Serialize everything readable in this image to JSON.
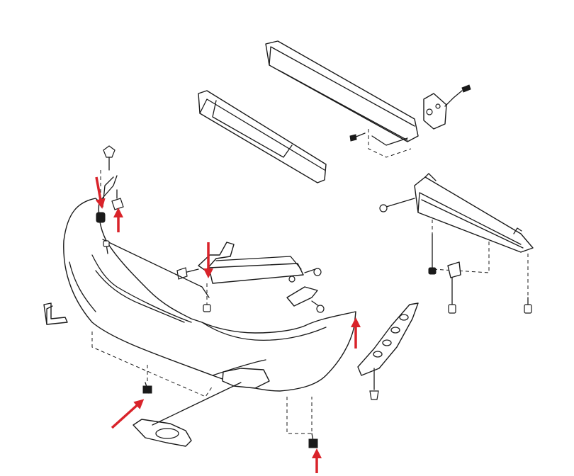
{
  "colors": {
    "line": "#1a1a1a",
    "background": "#ffffff",
    "arrow": "#d9232a"
  },
  "arrows": [
    {
      "id": "upper-left-clip",
      "direction": "down"
    },
    {
      "id": "upper-left-bolt",
      "direction": "up"
    },
    {
      "id": "center-retainer",
      "direction": "down"
    },
    {
      "id": "right-corner",
      "direction": "up"
    },
    {
      "id": "lower-left-clip",
      "direction": "up-right"
    },
    {
      "id": "lower-center-clip",
      "direction": "up"
    }
  ],
  "parts": [
    "front-bumper-cover",
    "energy-absorber",
    "bumper-reinforcement",
    "upper-support-bracket",
    "radiator-grille",
    "fog-lamp-bezel",
    "side-garnish-panel",
    "side-bracket",
    "grille-support"
  ]
}
